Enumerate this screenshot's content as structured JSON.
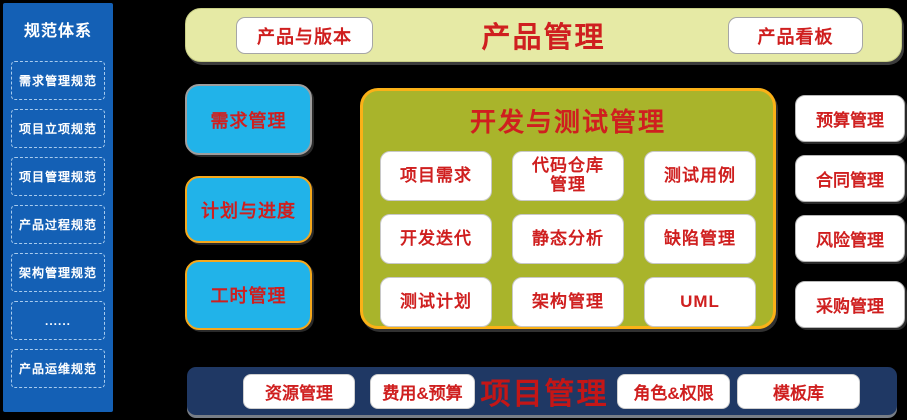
{
  "colors": {
    "background": "#000000",
    "sidebar_blue": "#1460B5",
    "product_bar_cream": "#E6EAA5",
    "module_cyan": "#21B3E9",
    "panel_olive": "#A9B42B",
    "project_bar_navy": "#1F3864",
    "accent_orange_border": "#FBB117",
    "text_red": "#CF1F1F",
    "text_white": "#FFFFFF"
  },
  "sidebar": {
    "title": "规范体系",
    "items": [
      "需求管理规范",
      "项目立项规范",
      "项目管理规范",
      "产品过程规范",
      "架构管理规范",
      "......",
      "产品运维规范"
    ]
  },
  "product_bar": {
    "title": "产品管理",
    "left_button": "产品与版本",
    "right_button": "产品看板"
  },
  "left_modules": [
    "需求管理",
    "计划与进度",
    "工时管理"
  ],
  "dev_test_panel": {
    "title": "开发与测试管理",
    "cells": [
      "项目需求",
      "代码仓库\n管理",
      "测试用例",
      "开发迭代",
      "静态分析",
      "缺陷管理",
      "测试计划",
      "架构管理",
      "UML"
    ]
  },
  "right_modules": [
    "预算管理",
    "合同管理",
    "风险管理",
    "采购管理"
  ],
  "project_bar": {
    "title": "项目管理",
    "buttons": [
      "资源管理",
      "费用&预算",
      "角色&权限",
      "模板库"
    ]
  }
}
